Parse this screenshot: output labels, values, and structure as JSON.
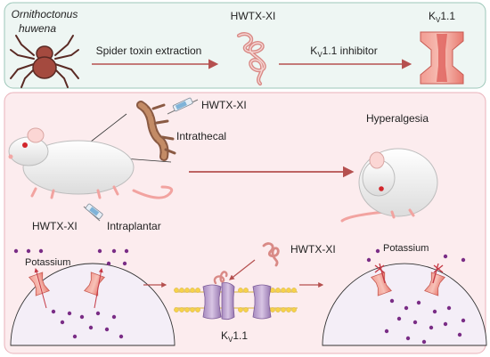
{
  "top_panel": {
    "organism_line1": "Ornithoctonus",
    "organism_line2": "huwena",
    "extraction_label": "Spider toxin extraction",
    "peptide_label": "HWTX-XI",
    "inhibitor_label": "1.1 inhibitor",
    "inhibitor_prefix": "K",
    "inhibitor_sub": "V",
    "channel_prefix": "K",
    "channel_sub": "V",
    "channel_suffix": "1.1"
  },
  "bottom_panel": {
    "injection_top_label": "HWTX-XI",
    "intrathecal_label": "Intrathecal",
    "injection_bottom_label": "HWTX-XI",
    "intraplantar_label": "Intraplantar",
    "outcome_label": "Hyperalgesia",
    "potassium_left": "Potassium",
    "potassium_right": "Potassium",
    "peptide_bottom_label": "HWTX-XI",
    "channel_prefix": "K",
    "channel_sub": "V",
    "channel_suffix": "1.1"
  },
  "colors": {
    "top_bg": "#eef6f3",
    "top_border": "#9cc7b8",
    "bottom_bg": "#fcecee",
    "bottom_border": "#eab2ba",
    "arrow": "#b5504f",
    "channel_pink": "#f08f8a",
    "channel_purple": "#b79acb",
    "dot_purple": "#7a2d86",
    "membrane_yellow": "#f6d24a"
  }
}
